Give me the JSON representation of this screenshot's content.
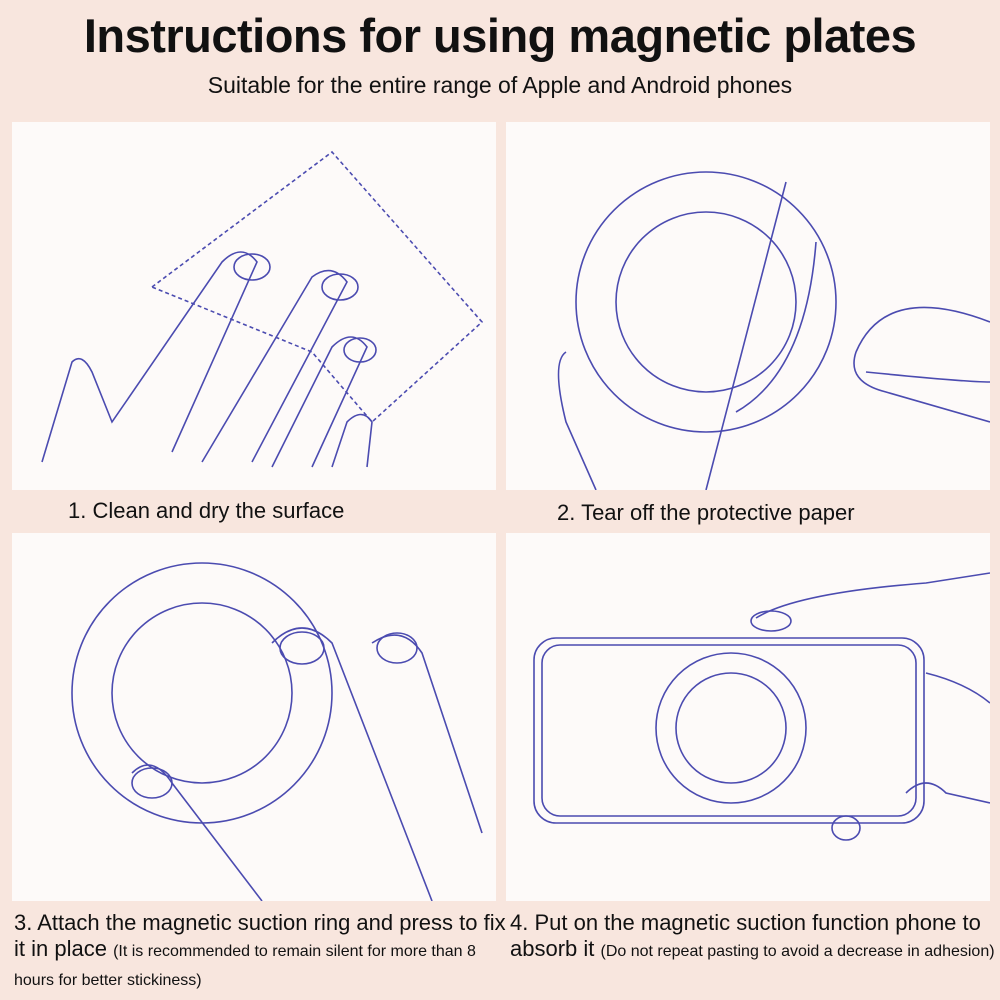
{
  "title": "Instructions for using magnetic plates",
  "subtitle": "Suitable for the entire range of Apple and Android phones",
  "steps": [
    {
      "caption": "1. Clean and dry the surface"
    },
    {
      "caption": "2. Tear off the protective paper"
    },
    {
      "caption_main": "3. Attach the magnetic suction ring and press to fix it in place",
      "caption_note": "(It is recommended to remain silent for more than 8 hours for better stickiness)"
    },
    {
      "caption_main": "4. Put on the magnetic suction function phone to absorb it",
      "caption_note": "(Do not repeat pasting to avoid a decrease in adhesion)"
    }
  ],
  "colors": {
    "background": "#f8e6de",
    "line": "#4b4bb0",
    "panel": "#fdfaf9"
  }
}
